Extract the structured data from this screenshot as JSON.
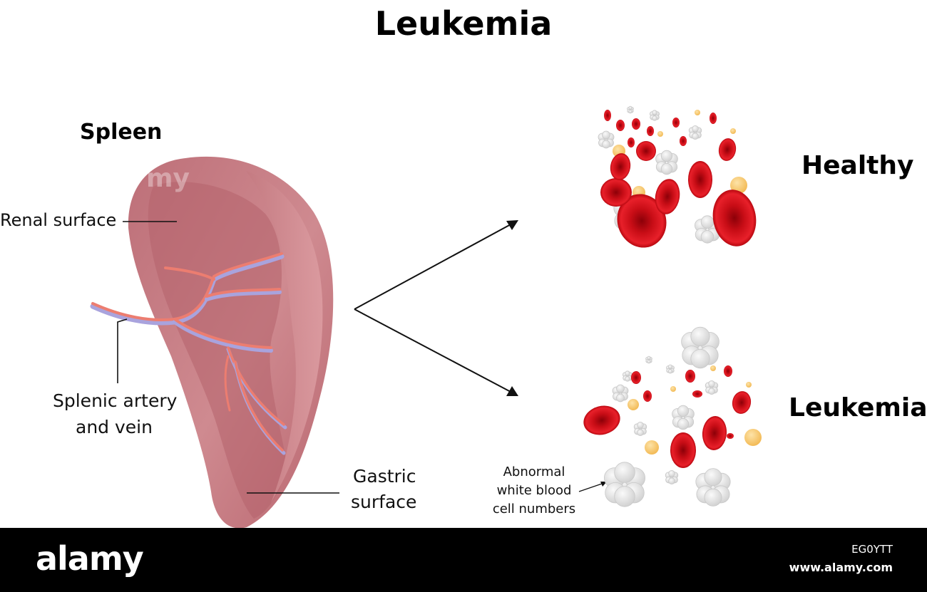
{
  "title": "Leukemia",
  "spleen": {
    "heading": "Spleen",
    "labels": {
      "renal": "Renal surface",
      "artery_line1": "Splenic artery",
      "artery_line2": "and vein",
      "gastric_line1": "Gastric",
      "gastric_line2": "surface"
    }
  },
  "healthy": {
    "heading": "Healthy"
  },
  "leukemia": {
    "heading": "Leukemia",
    "callout_line1": "Abnormal",
    "callout_line2": "white blood",
    "callout_line3": "cell numbers"
  },
  "footer": {
    "logo": "alamy",
    "image_id": "EG0YTT",
    "site": "www.alamy.com"
  },
  "colors": {
    "spleen": "#c97d85",
    "red_cell": "#d8141c",
    "white_cell": "#e4e4e4",
    "platelet": "#f6c66e",
    "artery": "#ec7d70",
    "vein": "#a9a3dd"
  }
}
